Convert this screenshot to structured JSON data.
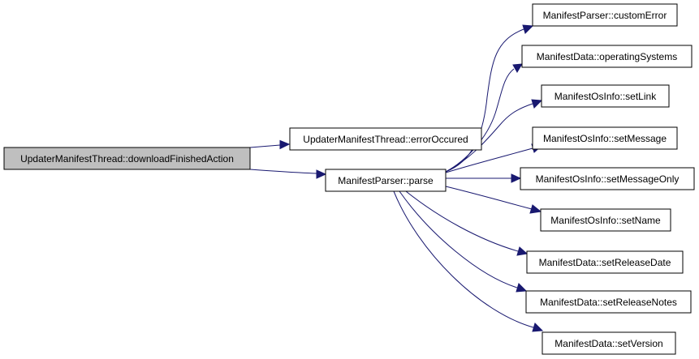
{
  "diagram": {
    "edge_color": "#191970",
    "root_fill": "#bfbfbf",
    "node_fill": "#ffffff",
    "nodes": [
      {
        "id": "n0",
        "label": "UpdaterManifestThread::downloadFinishedAction",
        "is_root": true
      },
      {
        "id": "n1",
        "label": "UpdaterManifestThread::errorOccured"
      },
      {
        "id": "n2",
        "label": "ManifestParser::parse"
      },
      {
        "id": "n3",
        "label": "ManifestParser::customError"
      },
      {
        "id": "n4",
        "label": "ManifestData::operatingSystems"
      },
      {
        "id": "n5",
        "label": "ManifestOsInfo::setLink"
      },
      {
        "id": "n6",
        "label": "ManifestOsInfo::setMessage"
      },
      {
        "id": "n7",
        "label": "ManifestOsInfo::setMessageOnly"
      },
      {
        "id": "n8",
        "label": "ManifestOsInfo::setName"
      },
      {
        "id": "n9",
        "label": "ManifestData::setReleaseDate"
      },
      {
        "id": "n10",
        "label": "ManifestData::setReleaseNotes"
      },
      {
        "id": "n11",
        "label": "ManifestData::setVersion"
      }
    ],
    "edges": [
      {
        "from": "n0",
        "to": "n1"
      },
      {
        "from": "n0",
        "to": "n2"
      },
      {
        "from": "n2",
        "to": "n3"
      },
      {
        "from": "n2",
        "to": "n4"
      },
      {
        "from": "n2",
        "to": "n5"
      },
      {
        "from": "n2",
        "to": "n6"
      },
      {
        "from": "n2",
        "to": "n7"
      },
      {
        "from": "n2",
        "to": "n8"
      },
      {
        "from": "n2",
        "to": "n9"
      },
      {
        "from": "n2",
        "to": "n10"
      },
      {
        "from": "n2",
        "to": "n11"
      }
    ]
  }
}
